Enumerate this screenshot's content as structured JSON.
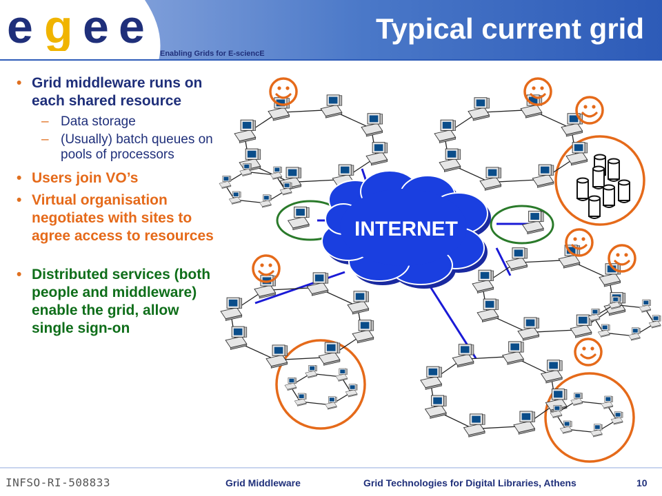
{
  "header": {
    "logo_text": "egee",
    "tagline": "Enabling Grids for E-sciencE",
    "title": "Typical current grid"
  },
  "bullets": [
    {
      "text": "Grid middleware runs on each shared resource",
      "color": "#1f2f7a",
      "sub": [
        "Data storage",
        "(Usually) batch queues on pools of processors"
      ]
    },
    {
      "text": "Users join VO’s",
      "color": "#e56a1a",
      "sub": []
    },
    {
      "text": "Virtual organisation negotiates with sites to agree access to resources",
      "color": "#e56a1a",
      "sub": []
    },
    {
      "text": "Distributed services (both people and middleware) enable the grid, allow single sign-on",
      "color": "#0f6e1a",
      "sub": []
    }
  ],
  "diagram": {
    "cloud_label": "INTERNET",
    "colors": {
      "cloud": "#1a3fe0",
      "link": "#1a1ad6",
      "user_ring": "#e56a1a",
      "service_ring": "#2a7a2a",
      "smiley": "#e56a1a"
    }
  },
  "footer": {
    "project_id": "INFSO-RI-508833",
    "section": "Grid Middleware",
    "event": "Grid Technologies for Digital Libraries, Athens",
    "page": "10"
  }
}
